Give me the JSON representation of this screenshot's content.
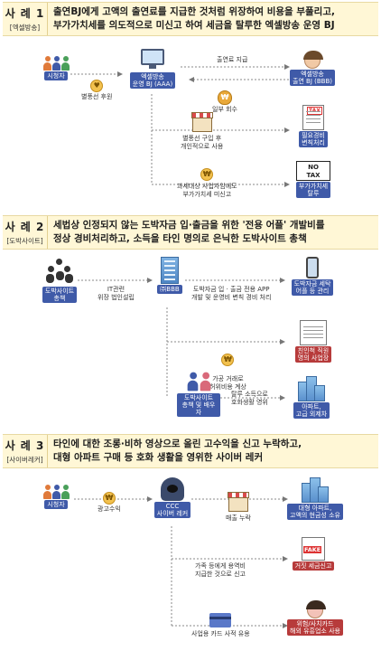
{
  "cases": [
    {
      "title": "사 례 1",
      "subtitle": "[엑셀방송]",
      "text": [
        "출연BJ에게 고액의 출연료를 지급한 것처럼 위장하여 비용을 부풀리고,",
        "부가가치세를 의도적으로 미신고 하여 세금을 탈루한 엑셀방송 운영 BJ"
      ],
      "nodes": {
        "viewer": "시청자",
        "gift": "별풍선 후원",
        "bj": "엑셀방송\n운영 BJ (AAA)",
        "fee_paid": "출연료 지급",
        "guest_bj": "엑셀방송\n출연 BJ (BBB)",
        "kickback": "일부 회수",
        "buy_balloons": "별풍선 구입 후\n개인적으로 사용",
        "fake_expense": "필요경비\n변칙처리",
        "tax_obligor": "과세대상 사업자임에도\n부가가치세 미신고",
        "vat_evasion": "부가가치세\n탈루",
        "tax_icon_text": "TAX",
        "no_tax_text": "NO\nTAX"
      }
    },
    {
      "title": "사 례 2",
      "subtitle": "[도박사이트]",
      "text": [
        "세법상 인정되지 않는 도박자금 입·출금을 위한 '전용 어플' 개발비를",
        "정상 경비처리하고, 소득을 타인 명의로 은닉한 도박사이트 총책"
      ],
      "nodes": {
        "ringleader": "도박사이트\n총책",
        "it_company": "IT관련\n위장 법인설립",
        "corp": "㈜BBB",
        "app_dev": "도박자금 입 · 출금 전용 APP\n개발 및 운영비 변칙 경비 처리",
        "app_use": "도박자금 세탁\n어플 등 관리",
        "fake_labor": "가공 거래로\n허위비용 계상",
        "nominee": "친인척 직원\n명의 사업장",
        "family": "도박사이트\n총책 및 배우자",
        "lavish": "탈루 소득으로\n호화생활 영위",
        "apartment": "아파트,\n고급 외제차"
      }
    },
    {
      "title": "사 례 3",
      "subtitle": "[사이버레커]",
      "text": [
        "타인에 대한 조롱·비하 영상으로 올린 고수익을 신고 누락하고,",
        "대형 아파트 구매 등 호화 생활을 영위한 사이버 레커"
      ],
      "nodes": {
        "viewer": "시청자",
        "ad_revenue": "광고수익",
        "ccc": "CCC\n사이버 레커",
        "omit": "매출 누락",
        "apt": "대형 아파트,\n고액의 현금성 소유",
        "fake_report": "가족 등에게 용역비\n지급한 것으로 신고",
        "false_tax": "거짓 세금신고",
        "business_card": "사업용 카드 사적 유용",
        "private_use": "위험/사치카드\n해외 유흥업소 사용"
      }
    }
  ]
}
